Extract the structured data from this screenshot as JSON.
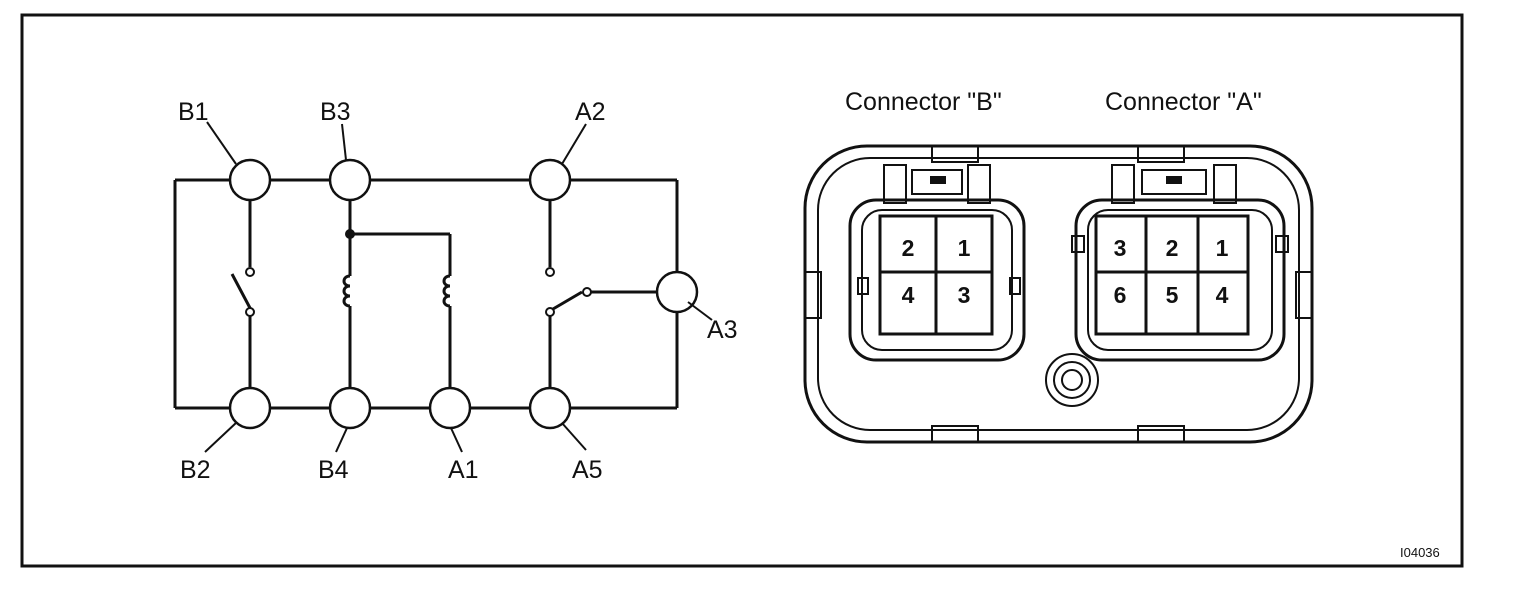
{
  "figure_code": "I04036",
  "schematic": {
    "terminals": {
      "B1": "B1",
      "B3": "B3",
      "A2": "A2",
      "A3": "A3",
      "B2": "B2",
      "B4": "B4",
      "A1": "A1",
      "A5": "A5"
    }
  },
  "connectors": {
    "B": {
      "title": "Connector \"B\"",
      "pins": [
        "2",
        "1",
        "4",
        "3"
      ]
    },
    "A": {
      "title": "Connector \"A\"",
      "pins": [
        "3",
        "2",
        "1",
        "6",
        "5",
        "4"
      ]
    }
  }
}
